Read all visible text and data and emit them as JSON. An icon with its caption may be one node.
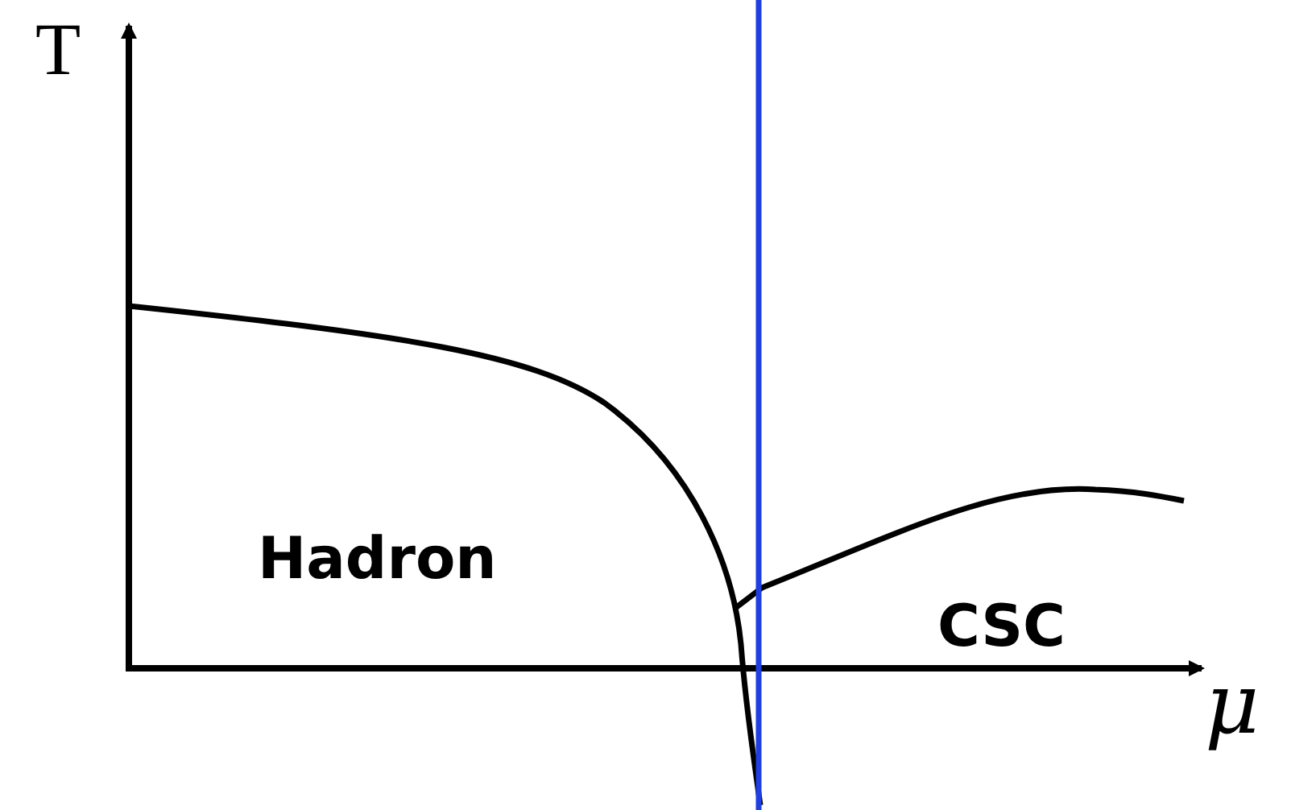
{
  "diagram": {
    "labels": [
      "T",
      "μ",
      "Hadron",
      "CSC"
    ]
  }
}
